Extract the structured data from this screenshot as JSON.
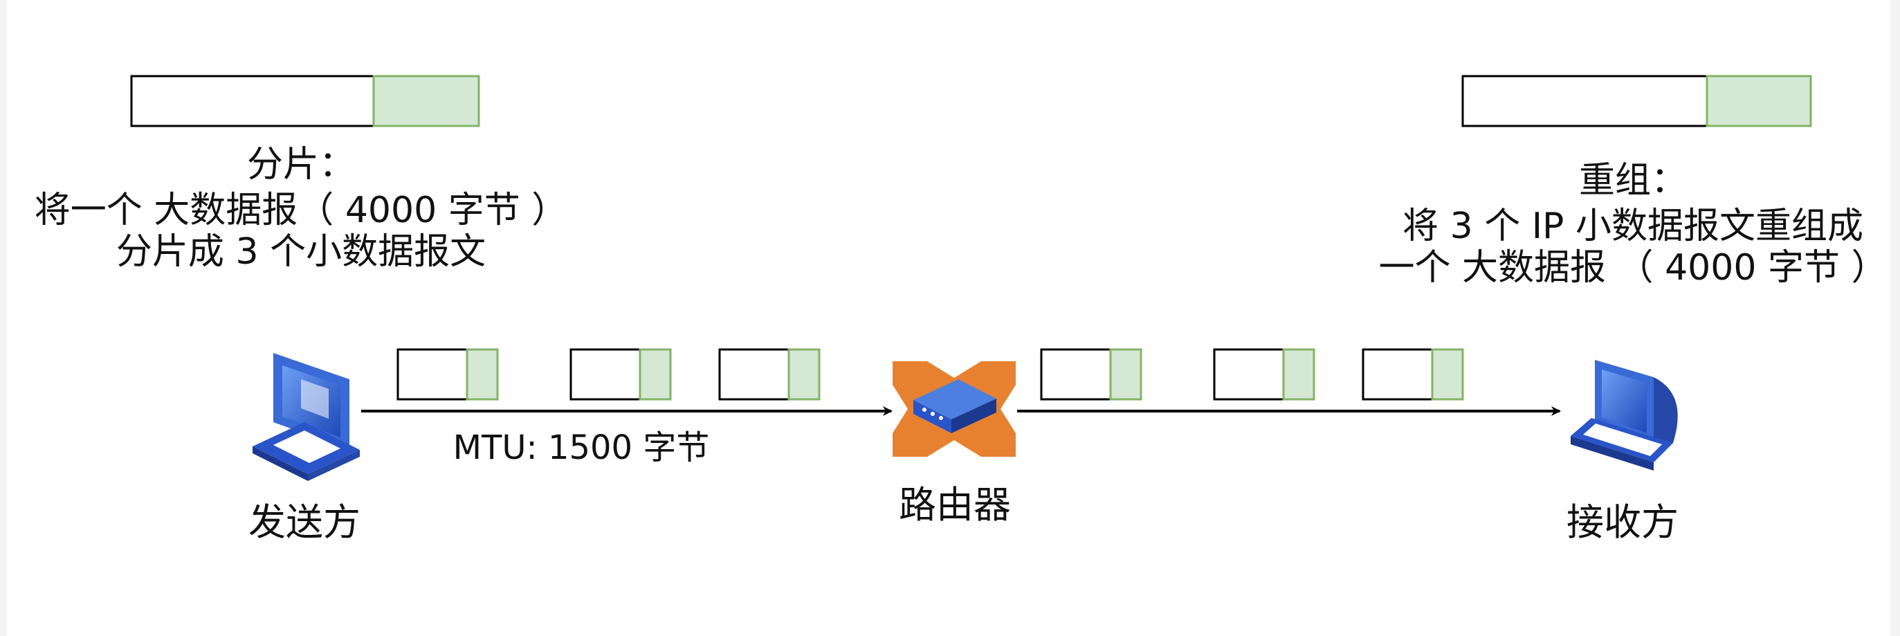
{
  "labels": {
    "fragment": {
      "title": "分片：",
      "line1": "将一个 大数据报（ 4000 字节 ）",
      "line2": "分片成 3 个小数据报文"
    },
    "reassemble": {
      "title": "重组：",
      "line1": "将 3 个 IP 小数据报文重组成",
      "line2": "一个 大数据报 （ 4000 字节 ）"
    },
    "mtu": "MTU: 1500 字节"
  },
  "nodes": {
    "sender": {
      "label": "发送方",
      "icon": "laptop-icon"
    },
    "router": {
      "label": "路由器",
      "icon": "router-icon"
    },
    "receiver": {
      "label": "接收方",
      "icon": "desktop-computer-icon"
    }
  },
  "colors": {
    "packet_header_fill": "#d5e8d4",
    "packet_header_stroke": "#82b366",
    "packet_body_stroke": "#000000",
    "router_orange": "#e8812f",
    "computer_blue": "#2a55c9"
  },
  "packets": {
    "large_count": 2,
    "left_fragments": 3,
    "right_fragments": 3
  }
}
